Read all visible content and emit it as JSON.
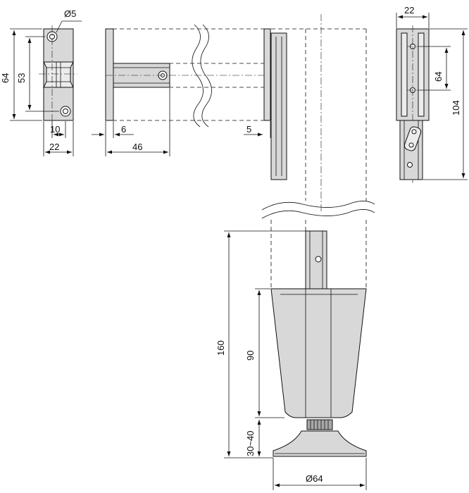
{
  "dimensions": {
    "clip_hole_diameter": "Ø5",
    "clip_height": "64",
    "clip_hole_spacing": "53",
    "clip_offset": "10",
    "clip_width": "22",
    "bracket_flange": "6",
    "bracket_depth": "46",
    "plate_thickness": "5",
    "side_width": "22",
    "side_hole_spacing": "64",
    "side_height": "104",
    "leg_height": "160",
    "foot_height": "90",
    "adjust_range": "30~40",
    "base_diameter": "Ø64"
  },
  "colors": {
    "part_fill": "#d8d8d8",
    "part_dark": "#a8a8a8",
    "line": "#111111"
  }
}
